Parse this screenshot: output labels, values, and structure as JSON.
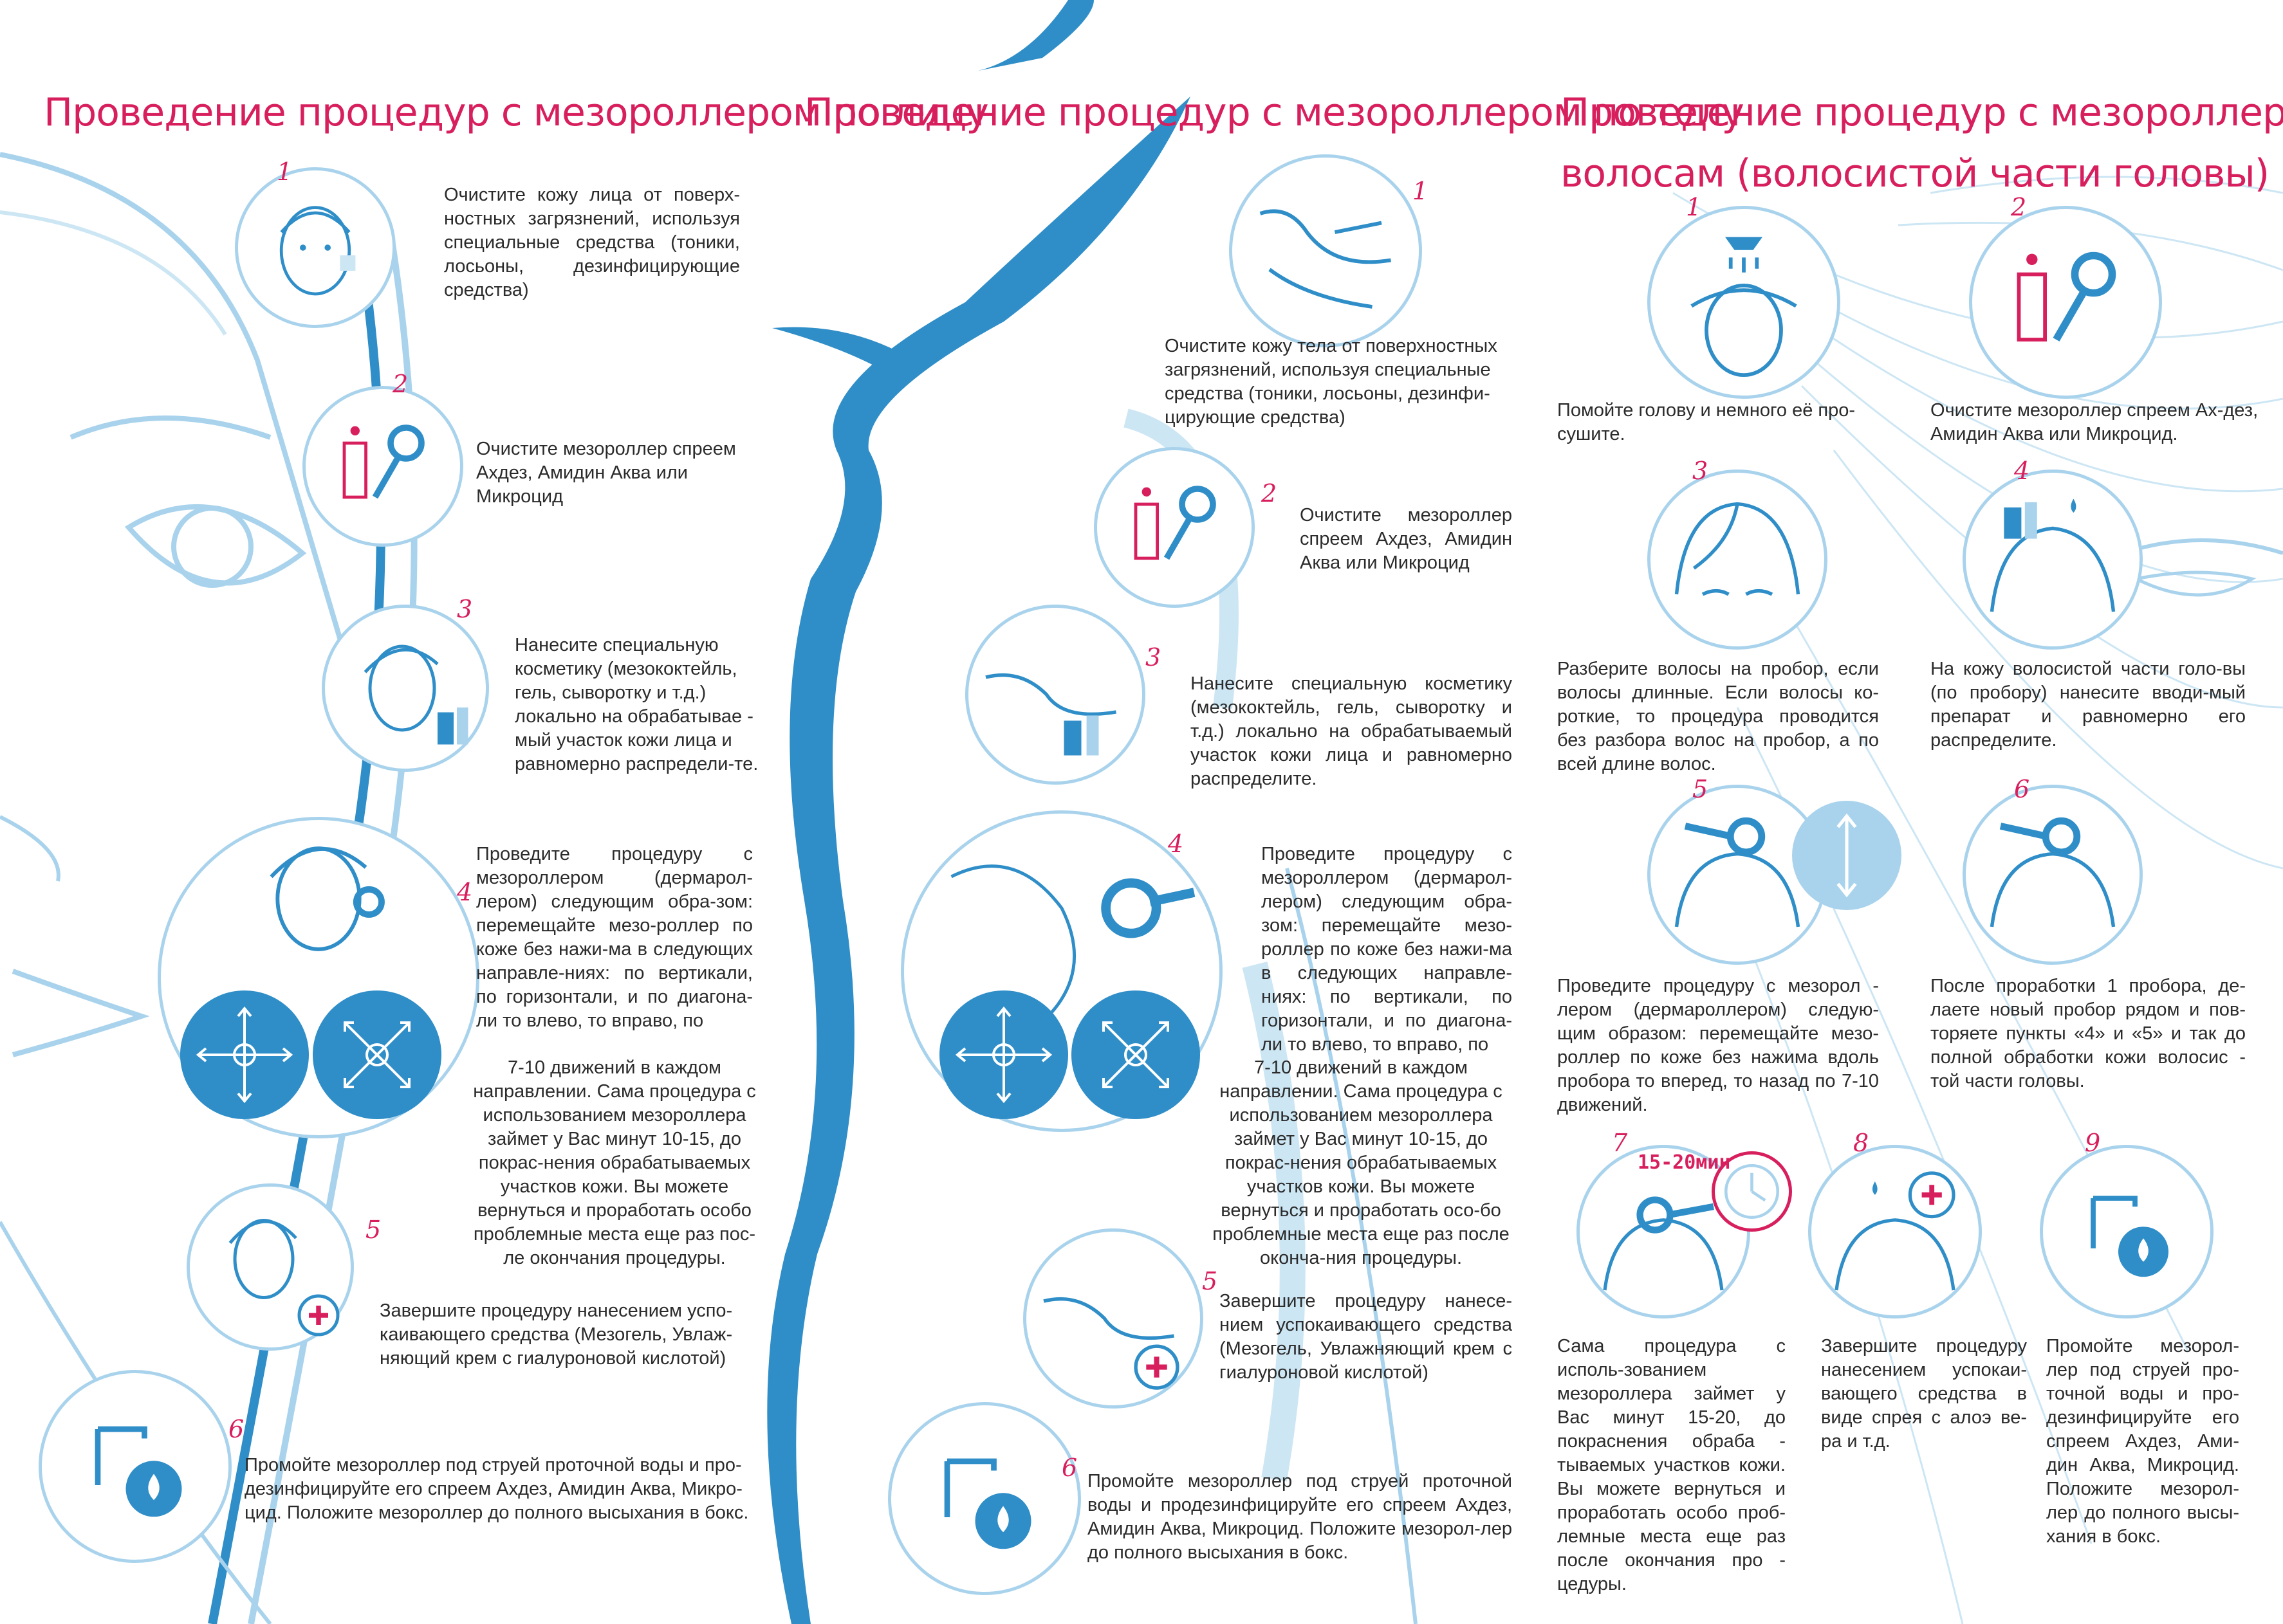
{
  "face": {
    "title": "Проведение процедур с мезороллером по лицу",
    "steps": [
      {
        "num": "1",
        "text": "Очистите кожу лица от поверх-ностных загрязнений, используя специальные средства (тоники, лосьоны, дезинфицирующие средства)"
      },
      {
        "num": "2",
        "text": "Очистите мезороллер спреем Ахдез, Амидин Аква или Микроцид"
      },
      {
        "num": "3",
        "text": "Нанесите специальную косметику (мезококтейль, гель, сыворотку и т.д.) локально на обрабатывае - мый участок кожи лица и равномерно распредели-те."
      },
      {
        "num": "4",
        "text_a": "Проведите процедуру с мезороллером (дермарол-лером) следующим обра-зом: перемещайте мезо-роллер по коже без нажи-ма в следующих направле-ниях: по вертикали, по горизонтали, и по диагона-ли то влево, то вправо, по",
        "text_b": "7-10 движений в каждом направлении. Сама процедура с использованием мезороллера займет у Вас минут 10-15, до покрас-нения обрабатываемых участков кожи. Вы можете вернуться и проработать особо проблемные места еще раз пос-ле окончания процедуры."
      },
      {
        "num": "5",
        "text": "Завершите процедуру нанесением успо-каивающего средства (Мезогель, Увлаж-няющий крем с гиалуроновой кислотой)"
      },
      {
        "num": "6",
        "text": "Промойте мезороллер под струей проточной воды и про-дезинфицируйте его спреем Ахдез, Амидин Аква, Микро-цид. Положите мезороллер до полного высыхания в бокс."
      }
    ]
  },
  "body": {
    "title": "Проведение процедур с мезороллером по телу",
    "steps": [
      {
        "num": "1",
        "text": "Очистите кожу тела от поверхностных загрязнений, используя специальные средства (тоники, лосьоны, дезинфи-цирующие средства)"
      },
      {
        "num": "2",
        "text": "Очистите мезороллер спреем Ахдез, Амидин Аква или Микроцид"
      },
      {
        "num": "3",
        "text": "Нанесите специальную косметику (мезококтейль, гель, сыворотку и т.д.) локально на обрабатываемый участок кожи лица и равномерно распределите."
      },
      {
        "num": "4",
        "text_a": "Проведите процедуру с мезороллером (дермарол-лером) следующим обра-зом: перемещайте мезо-роллер по коже без нажи-ма в следующих направле-ниях: по вертикали, по горизонтали, и по диагона-ли то влево, то вправо, по",
        "text_b": "7-10 движений в каждом направлении. Сама процедура с использованием мезороллера займет у Вас минут 10-15, до покрас-нения обрабатываемых участков кожи. Вы можете вернуться и проработать осо-бо проблемные места еще раз после оконча-ния процедуры."
      },
      {
        "num": "5",
        "text": "Завершите процедуру нанесе-нием успокаивающего средства (Мезогель, Увлажняющий крем с гиалуроновой кислотой)"
      },
      {
        "num": "6",
        "text": "Промойте мезороллер под струей проточной воды и продезинфицируйте его спреем Ахдез, Амидин Аква, Микроцид. Положите мезорол-лер до полного высыхания в бокс."
      }
    ]
  },
  "hair": {
    "title_line1": "Проведение процедур с мезороллером по",
    "title_line2": "волосам (волосистой части головы)",
    "steps": [
      {
        "num": "1",
        "text": "Помойте голову и немного её про-сушите."
      },
      {
        "num": "2",
        "text": "Очистите мезороллер спреем Ах-дез, Амидин Аква или Микроцид."
      },
      {
        "num": "3",
        "text": "Разберите волосы на пробор, если волосы длинные. Если волосы ко-роткие, то процедура проводится без разбора волос на пробор, а по всей длине волос."
      },
      {
        "num": "4",
        "text": "На кожу волосистой части голо-вы (по пробору) нанесите вводи-мый препарат и равномерно его распределите."
      },
      {
        "num": "5",
        "text": "Проведите процедуру с мезорол - лером (дермароллером) следую-щим образом: перемещайте мезо-роллер по коже без нажима вдоль пробора то вперед, то назад по 7-10 движений."
      },
      {
        "num": "6",
        "text": "После проработки 1 пробора, де-лаете новый пробор рядом и пов-торяете пункты «4» и «5» и так до полной обработки кожи волосис - той части головы."
      },
      {
        "num": "7",
        "time": "15-20мин",
        "text": "Сама процедура с исполь-зованием мезороллера займет у Вас минут 15-20, до покраснения обраба - тываемых участков кожи. Вы можете вернуться и проработать особо проб-лемные места еще раз после окончания про - цедуры."
      },
      {
        "num": "8",
        "text": "Завершите процедуру нанесением успокаи-вающего средства в виде спрея с алоэ ве-ра и т.д."
      },
      {
        "num": "9",
        "text": "Промойте мезорол-лер под струей про-точной воды и про-дезинфицируйте его спреем Ахдез, Ами-дин Аква, Микроцид. Положите мезорол-лер до полного высы-хания в бокс."
      }
    ]
  },
  "colors": {
    "title": "#d81f5e",
    "accent_blue": "#2f8ec8",
    "light_blue": "#a9d3ec",
    "text": "#2b2b2b"
  }
}
